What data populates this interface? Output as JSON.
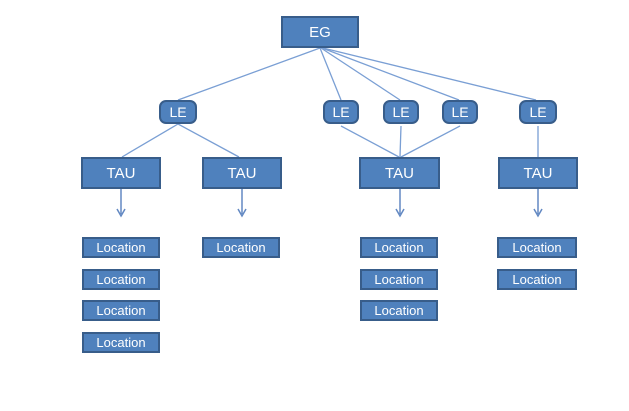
{
  "diagram": {
    "root": {
      "label": "EG"
    },
    "le": [
      "LE",
      "LE",
      "LE",
      "LE",
      "LE"
    ],
    "tau": [
      "TAU",
      "TAU",
      "TAU",
      "TAU"
    ],
    "locations": {
      "col1": [
        "Location",
        "Location",
        "Location",
        "Location"
      ],
      "col2": [
        "Location"
      ],
      "col3": [
        "Location",
        "Location",
        "Location"
      ],
      "col4": [
        "Location",
        "Location"
      ]
    },
    "edges": [
      "EG->LE1",
      "EG->LE2",
      "EG->LE3",
      "EG->LE4",
      "EG->LE5",
      "LE1->TAU1",
      "LE1->TAU2",
      "LE2->TAU3",
      "LE3->TAU3",
      "LE4->TAU3",
      "LE5->TAU4",
      "TAU1->location-col1",
      "TAU2->location-col2",
      "TAU3->location-col3",
      "TAU4->location-col4"
    ],
    "colors": {
      "node_fill": "#4f81bd",
      "node_border": "#385d8a",
      "connector": "#7a9fd4",
      "arrow": "#6288c2",
      "text": "#ffffff",
      "background": "#ffffff"
    }
  }
}
